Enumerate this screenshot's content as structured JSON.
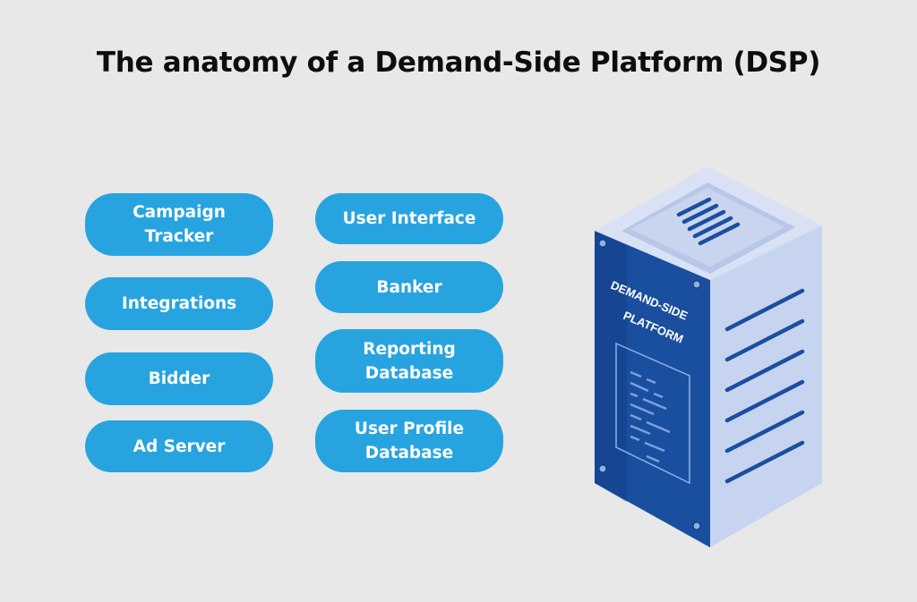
{
  "title": "The anatomy of a Demand-Side Platform (DSP)",
  "components_left": [
    {
      "label": "Campaign\nTracker"
    },
    {
      "label": "Integrations"
    },
    {
      "label": "Bidder"
    },
    {
      "label": "Ad Server"
    }
  ],
  "components_right": [
    {
      "label": "User Interface"
    },
    {
      "label": "Banker"
    },
    {
      "label": "Reporting\nDatabase"
    },
    {
      "label": "User Profile\nDatabase"
    }
  ],
  "server": {
    "label_line1": "DEMAND-SIDE",
    "label_line2": "PLATFORM"
  },
  "colors": {
    "background": "#e8e8e8",
    "pill": "#27a4e0",
    "server_front": "#1a4fa0",
    "server_side": "#c7d4ef",
    "server_top": "#d9e1f5"
  }
}
